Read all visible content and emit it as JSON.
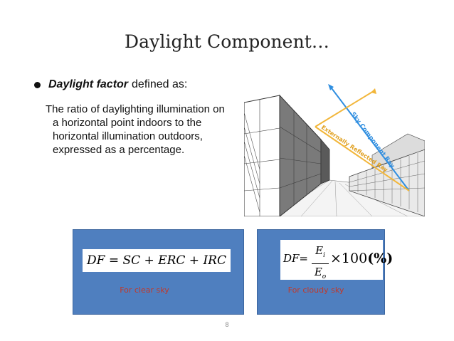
{
  "slide": {
    "title": "Daylight Component…",
    "bullet": {
      "term": "Daylight factor",
      "rest": "defined as:"
    },
    "definition_lines": [
      "The ratio of daylighting illumination on",
      "a horizontal point indoors to the",
      "horizontal illumination outdoors,",
      "expressed as a percentage."
    ],
    "illustration": {
      "sky_ray_label": "Sky Component Ray",
      "reflected_ray_label": "Externally Reflected Ray",
      "sky_ray_color": "#2f8ee0",
      "reflected_ray_color": "#f2b63a"
    },
    "panels": {
      "color": "#4f7fbf",
      "caption_color": "#c0392b",
      "clear": {
        "formula": "DF = SC + ERC + IRC",
        "caption": "For clear sky"
      },
      "cloudy": {
        "df": "DF=",
        "numerator": "E",
        "numerator_sub": "i",
        "denominator": "E",
        "denominator_sub": "o",
        "multiplier": "×100",
        "unit": "(%)",
        "caption": "For cloudy sky"
      }
    },
    "page_number": "8"
  }
}
